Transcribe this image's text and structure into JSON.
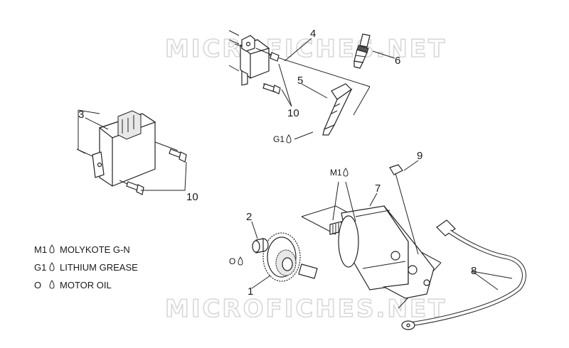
{
  "watermarks": [
    "MICROFICHES.NET",
    "MICROFICHES.NET"
  ],
  "callouts": {
    "c1": "1",
    "c2": "2",
    "c3": "3",
    "c4": "4",
    "c5": "5",
    "c6": "6",
    "c7": "7",
    "c8": "8",
    "c9": "9",
    "c10a": "10",
    "c10b": "10"
  },
  "lube_marks": {
    "g1": "G1",
    "m1": "M1",
    "o": "O"
  },
  "legend": [
    {
      "code": "M1",
      "text": "MOLYKOTE G-N"
    },
    {
      "code": "G1",
      "text": "LITHIUM GREASE"
    },
    {
      "code": "O",
      "text": "MOTOR OIL"
    }
  ],
  "icons": {
    "lubricant": "drop-icon"
  }
}
